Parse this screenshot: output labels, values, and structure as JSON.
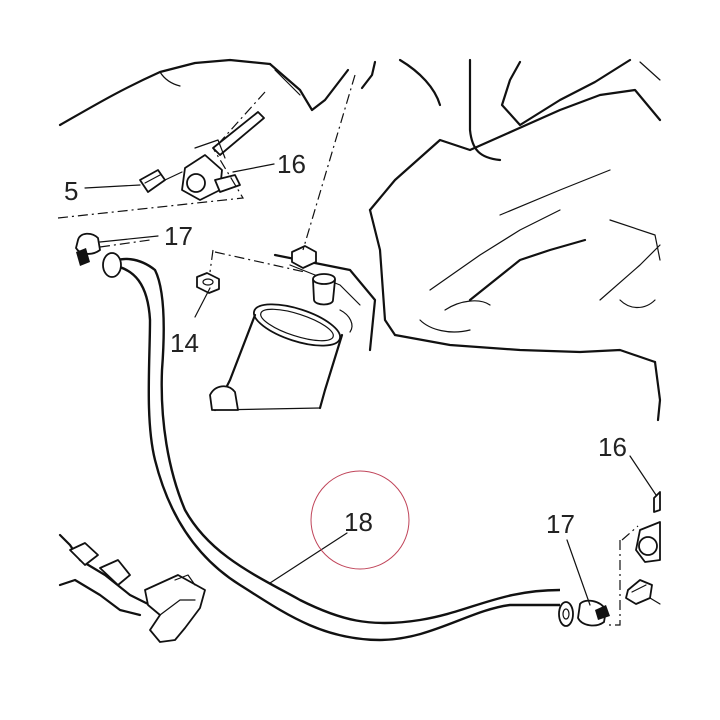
{
  "diagram": {
    "callouts": {
      "c5": "5",
      "c16_top": "16",
      "c17_left": "17",
      "c14": "14",
      "c16_right": "16",
      "c17_right": "17",
      "c18": "18"
    },
    "highlight_color": "#c0455a"
  }
}
